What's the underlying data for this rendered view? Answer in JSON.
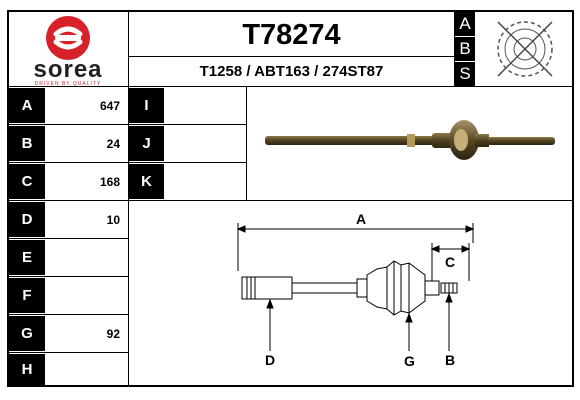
{
  "brand": {
    "name": "sorea",
    "tagline": "DRIVEN BY QUALITY",
    "logo_color": "#d8222a"
  },
  "part": {
    "number": "T78274",
    "references": "T1258 / ABT163 / 274ST87"
  },
  "abs_letters": [
    "A",
    "B",
    "S"
  ],
  "abs_icon": "abs-ring-crossed-icon",
  "specs": [
    {
      "label": "A",
      "value": "647"
    },
    {
      "label": "B",
      "value": "24"
    },
    {
      "label": "C",
      "value": "168"
    },
    {
      "label": "D",
      "value": "10"
    },
    {
      "label": "E",
      "value": ""
    },
    {
      "label": "F",
      "value": ""
    },
    {
      "label": "G",
      "value": "92"
    },
    {
      "label": "H",
      "value": ""
    }
  ],
  "specs2": [
    {
      "label": "I",
      "value": ""
    },
    {
      "label": "J",
      "value": ""
    },
    {
      "label": "K",
      "value": ""
    }
  ],
  "diagram": {
    "dim_A": "A",
    "dim_C": "C",
    "pointer_D": "D",
    "pointer_G": "G",
    "pointer_B": "B"
  }
}
